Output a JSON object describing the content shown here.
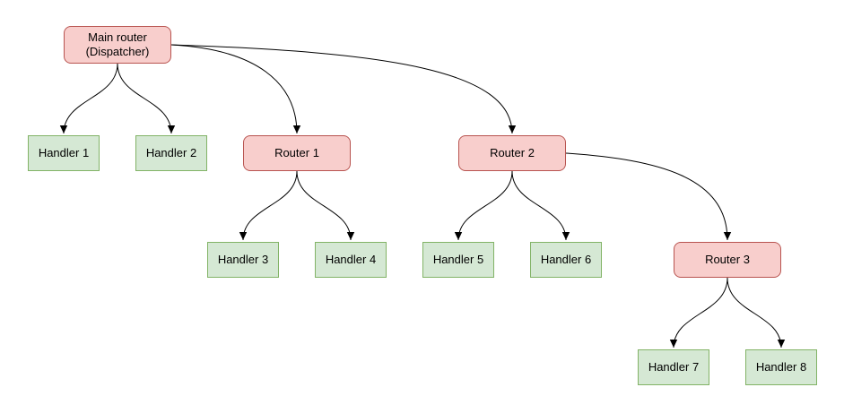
{
  "diagram": {
    "kind": "tree-diagram",
    "background": "#ffffff",
    "colors": {
      "router_fill": "#f8cecc",
      "router_border": "#b85450",
      "handler_fill": "#d5e8d4",
      "handler_border": "#82b366",
      "edge_stroke": "#000000",
      "text": "#000000"
    },
    "nodes": [
      {
        "id": "main-router",
        "label": "Main router\n(Dispatcher)",
        "kind": "router"
      },
      {
        "id": "handler-1",
        "label": "Handler 1",
        "kind": "handler"
      },
      {
        "id": "handler-2",
        "label": "Handler 2",
        "kind": "handler"
      },
      {
        "id": "router-1",
        "label": "Router 1",
        "kind": "router"
      },
      {
        "id": "router-2",
        "label": "Router 2",
        "kind": "router"
      },
      {
        "id": "handler-3",
        "label": "Handler 3",
        "kind": "handler"
      },
      {
        "id": "handler-4",
        "label": "Handler 4",
        "kind": "handler"
      },
      {
        "id": "handler-5",
        "label": "Handler 5",
        "kind": "handler"
      },
      {
        "id": "handler-6",
        "label": "Handler 6",
        "kind": "handler"
      },
      {
        "id": "router-3",
        "label": "Router 3",
        "kind": "router"
      },
      {
        "id": "handler-7",
        "label": "Handler 7",
        "kind": "handler"
      },
      {
        "id": "handler-8",
        "label": "Handler 8",
        "kind": "handler"
      }
    ],
    "edges": [
      {
        "from": "main-router",
        "to": "handler-1"
      },
      {
        "from": "main-router",
        "to": "handler-2"
      },
      {
        "from": "main-router",
        "to": "router-1"
      },
      {
        "from": "main-router",
        "to": "router-2"
      },
      {
        "from": "router-1",
        "to": "handler-3"
      },
      {
        "from": "router-1",
        "to": "handler-4"
      },
      {
        "from": "router-2",
        "to": "handler-5"
      },
      {
        "from": "router-2",
        "to": "handler-6"
      },
      {
        "from": "router-2",
        "to": "router-3"
      },
      {
        "from": "router-3",
        "to": "handler-7"
      },
      {
        "from": "router-3",
        "to": "handler-8"
      }
    ]
  }
}
